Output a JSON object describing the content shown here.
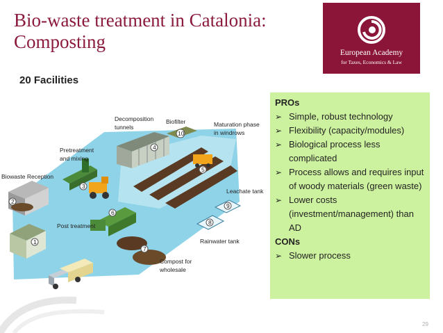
{
  "slide": {
    "title_line1": "Bio-waste treatment in Catalonia:",
    "title_line2": "Composting",
    "subtitle": "20 Facilities",
    "page_number": "29"
  },
  "logo": {
    "line1": "European Academy",
    "line2": "for Taxes, Economics & Law"
  },
  "infobox": {
    "pros_heading": "PROs",
    "pros": [
      "Simple, robust technology",
      "Flexibility (capacity/modules)",
      "Biological process less complicated",
      "Process allows and requires input of woody materials (green waste)",
      "Lower costs (investment/management) than AD"
    ],
    "cons_heading": "CONs",
    "cons": [
      "Slower process"
    ]
  },
  "diagram": {
    "labels": {
      "reception": "Biowaste Reception",
      "pretreatment_1": "Pretreatment",
      "pretreatment_2": "and mixing",
      "decomposition_1": "Decomposition",
      "decomposition_2": "tunnels",
      "biofilter": "Biofilter",
      "maturation_1": "Maturation phase",
      "maturation_2": "in windrows",
      "leachate": "Leachate tank",
      "rainwater": "Rainwater tank",
      "post_treatment": "Post treatment",
      "compost_1": "Compost for",
      "compost_2": "wholesale"
    },
    "step_numbers": [
      "1",
      "2",
      "3",
      "4",
      "5",
      "6",
      "7",
      "8",
      "9",
      "10"
    ]
  },
  "colors": {
    "title": "#8b1a3c",
    "logo_bg": "#8a1538",
    "infobox_bg": "#cdf29f",
    "floor": "#8fd3e8"
  },
  "icons": {
    "bullet": "checkmark-arrow-icon",
    "logo_mark": "spiral-logo-icon"
  }
}
